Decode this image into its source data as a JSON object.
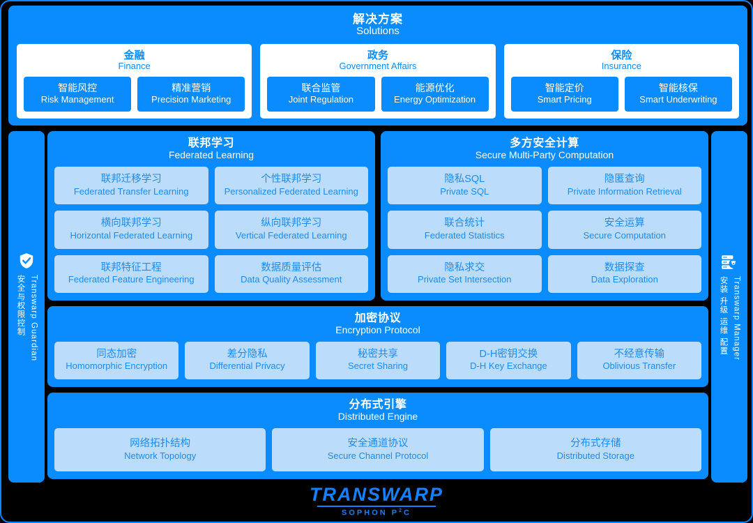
{
  "solutions": {
    "title_cn": "解决方案",
    "title_en": "Solutions",
    "cards": [
      {
        "head_cn": "金融",
        "head_en": "Finance",
        "items": [
          {
            "cn": "智能风控",
            "en": "Risk Management"
          },
          {
            "cn": "精准营销",
            "en": "Precision Marketing"
          }
        ]
      },
      {
        "head_cn": "政务",
        "head_en": "Government Affairs",
        "items": [
          {
            "cn": "联合监管",
            "en": "Joint Regulation"
          },
          {
            "cn": "能源优化",
            "en": "Energy Optimization"
          }
        ]
      },
      {
        "head_cn": "保险",
        "head_en": "Insurance",
        "items": [
          {
            "cn": "智能定价",
            "en": "Smart Pricing"
          },
          {
            "cn": "智能核保",
            "en": "Smart  Underwriting"
          }
        ]
      }
    ]
  },
  "sidebar_left": {
    "icon": "shield-check-icon",
    "label_en": "Transwarp Guardian",
    "label_cn": "安全与权限控制"
  },
  "sidebar_right": {
    "icon": "server-settings-icon",
    "label_en": "Transwarp Manager",
    "label_cn": "安装 升级 运维 配置"
  },
  "federated_learning": {
    "title_cn": "联邦学习",
    "title_en": "Federated Learning",
    "items": [
      {
        "cn": "联邦迁移学习",
        "en": "Federated Transfer Learning"
      },
      {
        "cn": "个性联邦学习",
        "en": "Personalized Federated Learning"
      },
      {
        "cn": "横向联邦学习",
        "en": "Horizontal Federated Learning"
      },
      {
        "cn": "纵向联邦学习",
        "en": "Vertical Federated Learning"
      },
      {
        "cn": "联邦特征工程",
        "en": "Federated Feature Engineering"
      },
      {
        "cn": "数据质量评估",
        "en": "Data Quality Assessment"
      }
    ]
  },
  "secure_mpc": {
    "title_cn": "多方安全计算",
    "title_en": "Secure Multi-Party Computation",
    "items": [
      {
        "cn": "隐私SQL",
        "en": "Private SQL"
      },
      {
        "cn": "隐匿查询",
        "en": "Private Information Retrieval"
      },
      {
        "cn": "联合统计",
        "en": "Federated Statistics"
      },
      {
        "cn": "安全运算",
        "en": "Secure Computation"
      },
      {
        "cn": "隐私求交",
        "en": "Private Set Intersection"
      },
      {
        "cn": "数据探查",
        "en": "Data Exploration"
      }
    ]
  },
  "encryption_protocol": {
    "title_cn": "加密协议",
    "title_en": "Encryption Protocol",
    "items": [
      {
        "cn": "同态加密",
        "en": "Homomorphic Encryption"
      },
      {
        "cn": "差分隐私",
        "en": "Differential Privacy"
      },
      {
        "cn": "秘密共享",
        "en": "Secret Sharing"
      },
      {
        "cn": "D-H密钥交换",
        "en": "D-H Key Exchange"
      },
      {
        "cn": "不经意传输",
        "en": "Oblivious Transfer"
      }
    ]
  },
  "distributed_engine": {
    "title_cn": "分布式引擎",
    "title_en": "Distributed Engine",
    "items": [
      {
        "cn": "网络拓扑结构",
        "en": "Network Topology"
      },
      {
        "cn": "安全通道协议",
        "en": "Secure Channel Protocol"
      },
      {
        "cn": "分布式存储",
        "en": "Distributed Storage"
      }
    ]
  },
  "logo": {
    "wordmark": "TRANSWARP",
    "sub_main": "SOPHON P",
    "sub_sup": "2",
    "sub_tail": "C"
  },
  "colors": {
    "brand_blue": "#0a8cff",
    "tile_blue": "#bcdcfb",
    "tile_text": "#1a8cf5",
    "background": "#000000",
    "card_white": "#ffffff"
  }
}
